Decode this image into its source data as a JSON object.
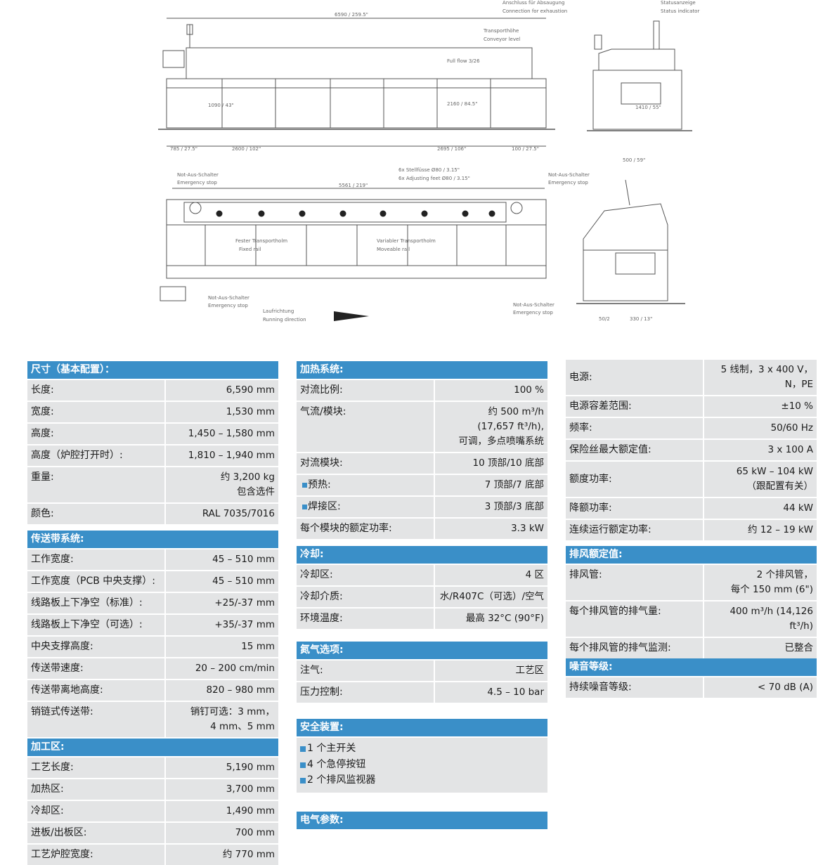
{
  "dimensions": {
    "title": "尺寸（基本配置）：",
    "rows": [
      {
        "k": "长度:",
        "v": "6,590 mm"
      },
      {
        "k": "宽度:",
        "v": "1,530 mm"
      },
      {
        "k": "高度:",
        "v": "1,450 – 1,580 mm"
      },
      {
        "k": "高度（炉腔打开时）:",
        "v": "1,810 – 1,940 mm"
      },
      {
        "k": "重量:",
        "v": "约 3,200 kg\n包含选件"
      },
      {
        "k": "颜色:",
        "v": "RAL 7035/7016"
      }
    ]
  },
  "conveyor": {
    "title": "传送带系统:",
    "rows": [
      {
        "k": "工作宽度:",
        "v": "45 – 510 mm"
      },
      {
        "k": "工作宽度（PCB 中央支撑）:",
        "v": "45 – 510 mm"
      },
      {
        "k": "线路板上下净空（标准）:",
        "v": "+25/-37 mm"
      },
      {
        "k": "线路板上下净空（可选）:",
        "v": "+35/-37 mm"
      },
      {
        "k": "中央支撑高度:",
        "v": "15 mm"
      },
      {
        "k": "传送带速度:",
        "v": "20 – 200 cm/min"
      },
      {
        "k": "传送带离地高度:",
        "v": "820 – 980 mm"
      },
      {
        "k": "销链式传送带:",
        "v": "销钉可选：3 mm，\n4 mm、5 mm"
      }
    ]
  },
  "process": {
    "title": "加工区:",
    "rows": [
      {
        "k": "工艺长度:",
        "v": "5,190 mm"
      },
      {
        "k": "加热区:",
        "v": "3,700 mm"
      },
      {
        "k": "冷却区:",
        "v": "1,490 mm"
      },
      {
        "k": "进板/出板区:",
        "v": "700 mm"
      },
      {
        "k": "工艺炉腔宽度:",
        "v": "约 770 mm"
      }
    ]
  },
  "heating": {
    "title": "加热系统:",
    "rows": [
      {
        "k": "对流比例:",
        "v": "100 %"
      },
      {
        "k": "气流/模块:",
        "v": "约 500 m³/h\n(17,657 ft³/h),\n可调，多点喷嘴系统"
      },
      {
        "k": "对流模块:",
        "v": "10 顶部/10 底部"
      },
      {
        "k": "预热:",
        "v": "7 顶部/7 底部",
        "bullet": true
      },
      {
        "k": "焊接区:",
        "v": "3 顶部/3 底部",
        "bullet": true
      },
      {
        "k": "每个模块的额定功率:",
        "v": "3.3 kW"
      }
    ]
  },
  "cooling": {
    "title": "冷却:",
    "rows": [
      {
        "k": "冷却区:",
        "v": "4 区"
      },
      {
        "k": "冷却介质:",
        "v": "水/R407C（可选）/空气"
      },
      {
        "k": "环境温度:",
        "v": "最高 32°C (90°F)"
      }
    ]
  },
  "nitrogen": {
    "title": "氮气选项:",
    "rows": [
      {
        "k": "注气:",
        "v": "工艺区"
      },
      {
        "k": "压力控制:",
        "v": "4.5 – 10 bar"
      }
    ]
  },
  "safety": {
    "title": "安全装置:",
    "items": [
      "1 个主开关",
      "4 个急停按钮",
      "2 个排风监视器"
    ]
  },
  "electrical_title": "电气参数:",
  "electrical": {
    "rows": [
      {
        "k": "电源:",
        "v": "5 线制，3 x 400 V，\nN，PE"
      },
      {
        "k": "电源容差范围:",
        "v": "±10 %"
      },
      {
        "k": "频率:",
        "v": "50/60 Hz"
      },
      {
        "k": "保险丝最大额定值:",
        "v": "3 x 100 A"
      },
      {
        "k": "额度功率:",
        "v": "65 kW – 104 kW\n（跟配置有关）"
      },
      {
        "k": "降额功率:",
        "v": "44 kW"
      },
      {
        "k": "连续运行额定功率:",
        "v": "约 12 – 19 kW"
      }
    ]
  },
  "exhaust": {
    "title": "排风额定值:",
    "rows": [
      {
        "k": "排风管:",
        "v": "2 个排风管，\n每个 150 mm (6\")"
      },
      {
        "k": "每个排风管的排气量:",
        "v": "400 m³/h (14,126 ft³/h)"
      },
      {
        "k": "每个排风管的排气监测:",
        "v": "已整合"
      }
    ]
  },
  "noise": {
    "title": "噪音等级:",
    "rows": [
      {
        "k": "持续噪音等级:",
        "v": "< 70 dB (A)"
      }
    ]
  },
  "drawing_labels": {
    "total_length": "6590 / 259.5\"",
    "exhaust": "Anschluss für Absaugung",
    "exhaust_en": "Connection for exhaustion",
    "status": "Statusanzeige",
    "status_en": "Status indicator",
    "transport": "Transporthöhe",
    "transport_en": "Conveyor level",
    "model": "Full flow 3/26",
    "dim_1": "1090 / 43\"",
    "dim_2": "2160 / 84.5\"",
    "dim_3": "785 / 27.5\"",
    "dim_4": "2600 / 102\"",
    "dim_5": "2695 / 106\"",
    "dim_6": "100 / 27.5\"",
    "stop1": "Not-Aus-Schalter",
    "stop1_en": "Emergency stop",
    "feet": "6x Stellfüsse Ø80 / 3.15\"",
    "feet_en": "6x Adjusting feet Ø80 / 3.15\"",
    "inner": "5561 / 219\"",
    "fixed": "Fester Transportholm",
    "fixed_en": "Fixed rail",
    "moveable": "Variabler Transportholm",
    "moveable_en": "Moveable rail",
    "direction": "Laufrichtung",
    "direction_en": "Running direction",
    "side_1": "500 / 59\"",
    "side_2": "1410 / 55\"",
    "side_3": "50/2",
    "side_4": "330 / 13\""
  }
}
